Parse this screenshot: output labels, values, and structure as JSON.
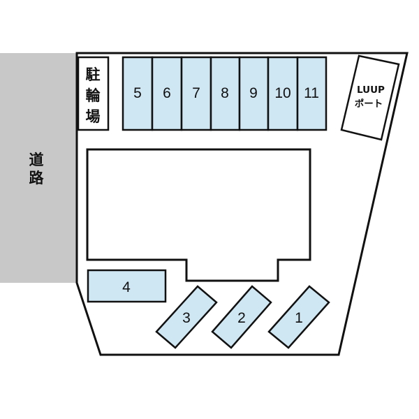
{
  "road_label": [
    "道",
    "路"
  ],
  "bicycle_parking_label": [
    "駐",
    "輪",
    "場"
  ],
  "luup_port_label": [
    "LUUP",
    "ポート"
  ],
  "stalls": [
    {
      "label": "1"
    },
    {
      "label": "2"
    },
    {
      "label": "3"
    },
    {
      "label": "4"
    },
    {
      "label": "5"
    },
    {
      "label": "6"
    },
    {
      "label": "7"
    },
    {
      "label": "8"
    },
    {
      "label": "9"
    },
    {
      "label": "10"
    },
    {
      "label": "11"
    }
  ],
  "colors": {
    "stall_fill": "#cfe6f3",
    "road_fill": "#c8c8c8",
    "outline": "#111111"
  }
}
